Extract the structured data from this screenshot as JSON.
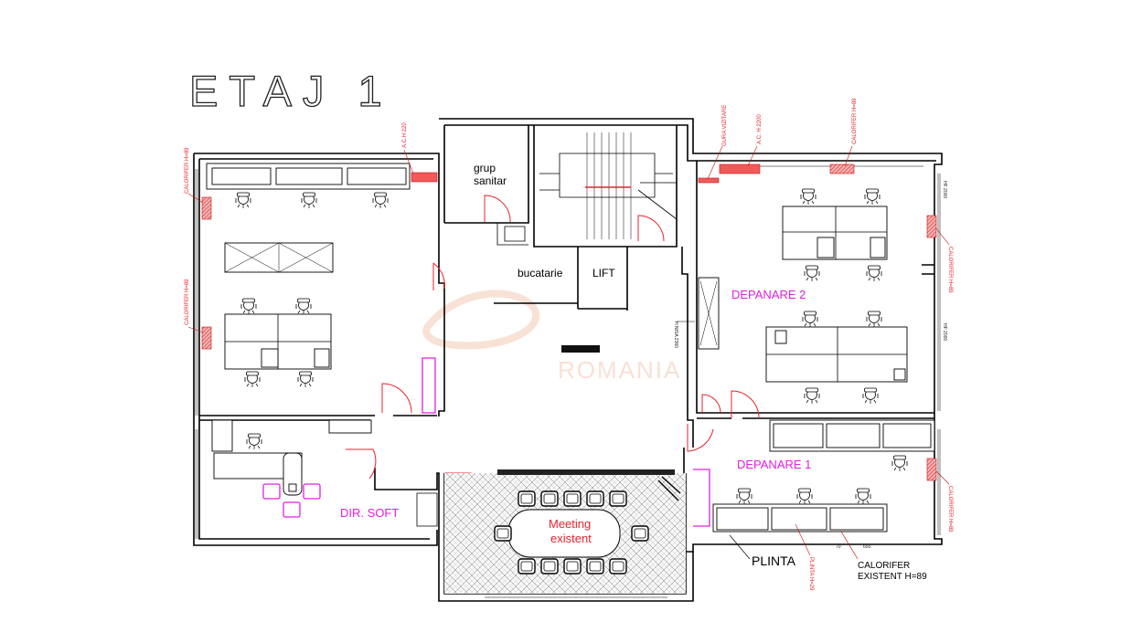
{
  "plan": {
    "title": "ETAJ 1",
    "watermark": "ROMANIA",
    "rooms": {
      "grup_sanitar_line1": "grup",
      "grup_sanitar_line2": "sanitar",
      "bucatarie": "bucatarie",
      "lift": "LIFT",
      "depanare2": "DEPANARE 2",
      "depanare1": "DEPANARE 1",
      "dir_soft": "DIR. SOFT",
      "meeting_line1": "Meeting",
      "meeting_line2": "existent",
      "plinta": "PLINTA"
    },
    "annotations": {
      "ac_left": "A.C.H 220",
      "calorifer_left_top": "CALORIFER H=89",
      "calorifer_left_mid": "CALORIFER H=89",
      "gura_vizitare": "GURA VIZITARE",
      "ac_right": "A.C. H 2200",
      "calorifer_top_right": "CALORIFER H=89",
      "calorifer_right_top": "CALORIFER H=89",
      "calorifer_right_bottom": "CALORIFER H=89",
      "hf_top": "HF 2000",
      "hf_mid": "HF 2000",
      "hnisa": "H NISA 2360",
      "plinta_h": "PLINTA H=29",
      "calorifer_existent_line1": "CALORIFER",
      "calorifer_existent_line2": "EXISTENT H=89",
      "dim_a": "70",
      "dim_b": "650"
    },
    "colors": {
      "room_label": "#e21ee0",
      "meeting_label": "#e8222c",
      "annotation": "#e8222c",
      "watermark": "#f3c8b3"
    }
  }
}
